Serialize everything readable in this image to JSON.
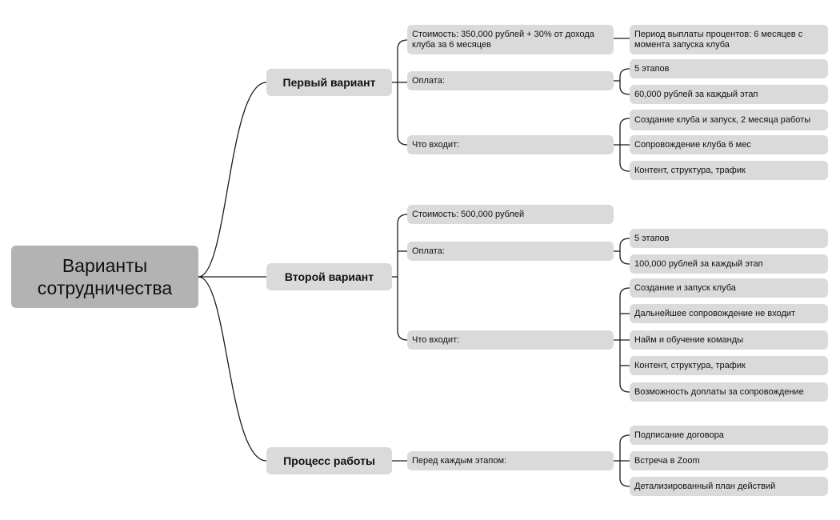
{
  "root": {
    "label": "Варианты сотрудничества"
  },
  "branches": {
    "first": {
      "label": "Первый вариант",
      "cost": {
        "label": "Стоимость: 350,000 рублей + 30% от дохода клуба за 6 месяцев",
        "children": [
          "Период выплаты процентов: 6 месяцев с момента запуска клуба"
        ]
      },
      "payment": {
        "label": "Оплата:",
        "children": [
          "5 этапов",
          "60,000 рублей за каждый этап"
        ]
      },
      "includes": {
        "label": "Что входит:",
        "children": [
          "Создание клуба и запуск, 2 месяца работы",
          "Сопровождение клуба 6 мес",
          "Контент, структура, трафик"
        ]
      }
    },
    "second": {
      "label": "Второй вариант",
      "cost": {
        "label": "Стоимость: 500,000 рублей"
      },
      "payment": {
        "label": "Оплата:",
        "children": [
          "5 этапов",
          "100,000 рублей за каждый этап"
        ]
      },
      "includes": {
        "label": "Что входит:",
        "children": [
          "Создание и запуск клуба",
          "Дальнейшее сопровождение не входит",
          "Найм и обучение команды",
          "Контент, структура, трафик",
          "Возможность доплаты за сопровождение"
        ]
      }
    },
    "process": {
      "label": "Процесс работы",
      "step": {
        "label": "Перед каждым этапом:",
        "children": [
          "Подписание договора",
          "Встреча в Zoom",
          "Детализированный план действий"
        ]
      }
    }
  }
}
